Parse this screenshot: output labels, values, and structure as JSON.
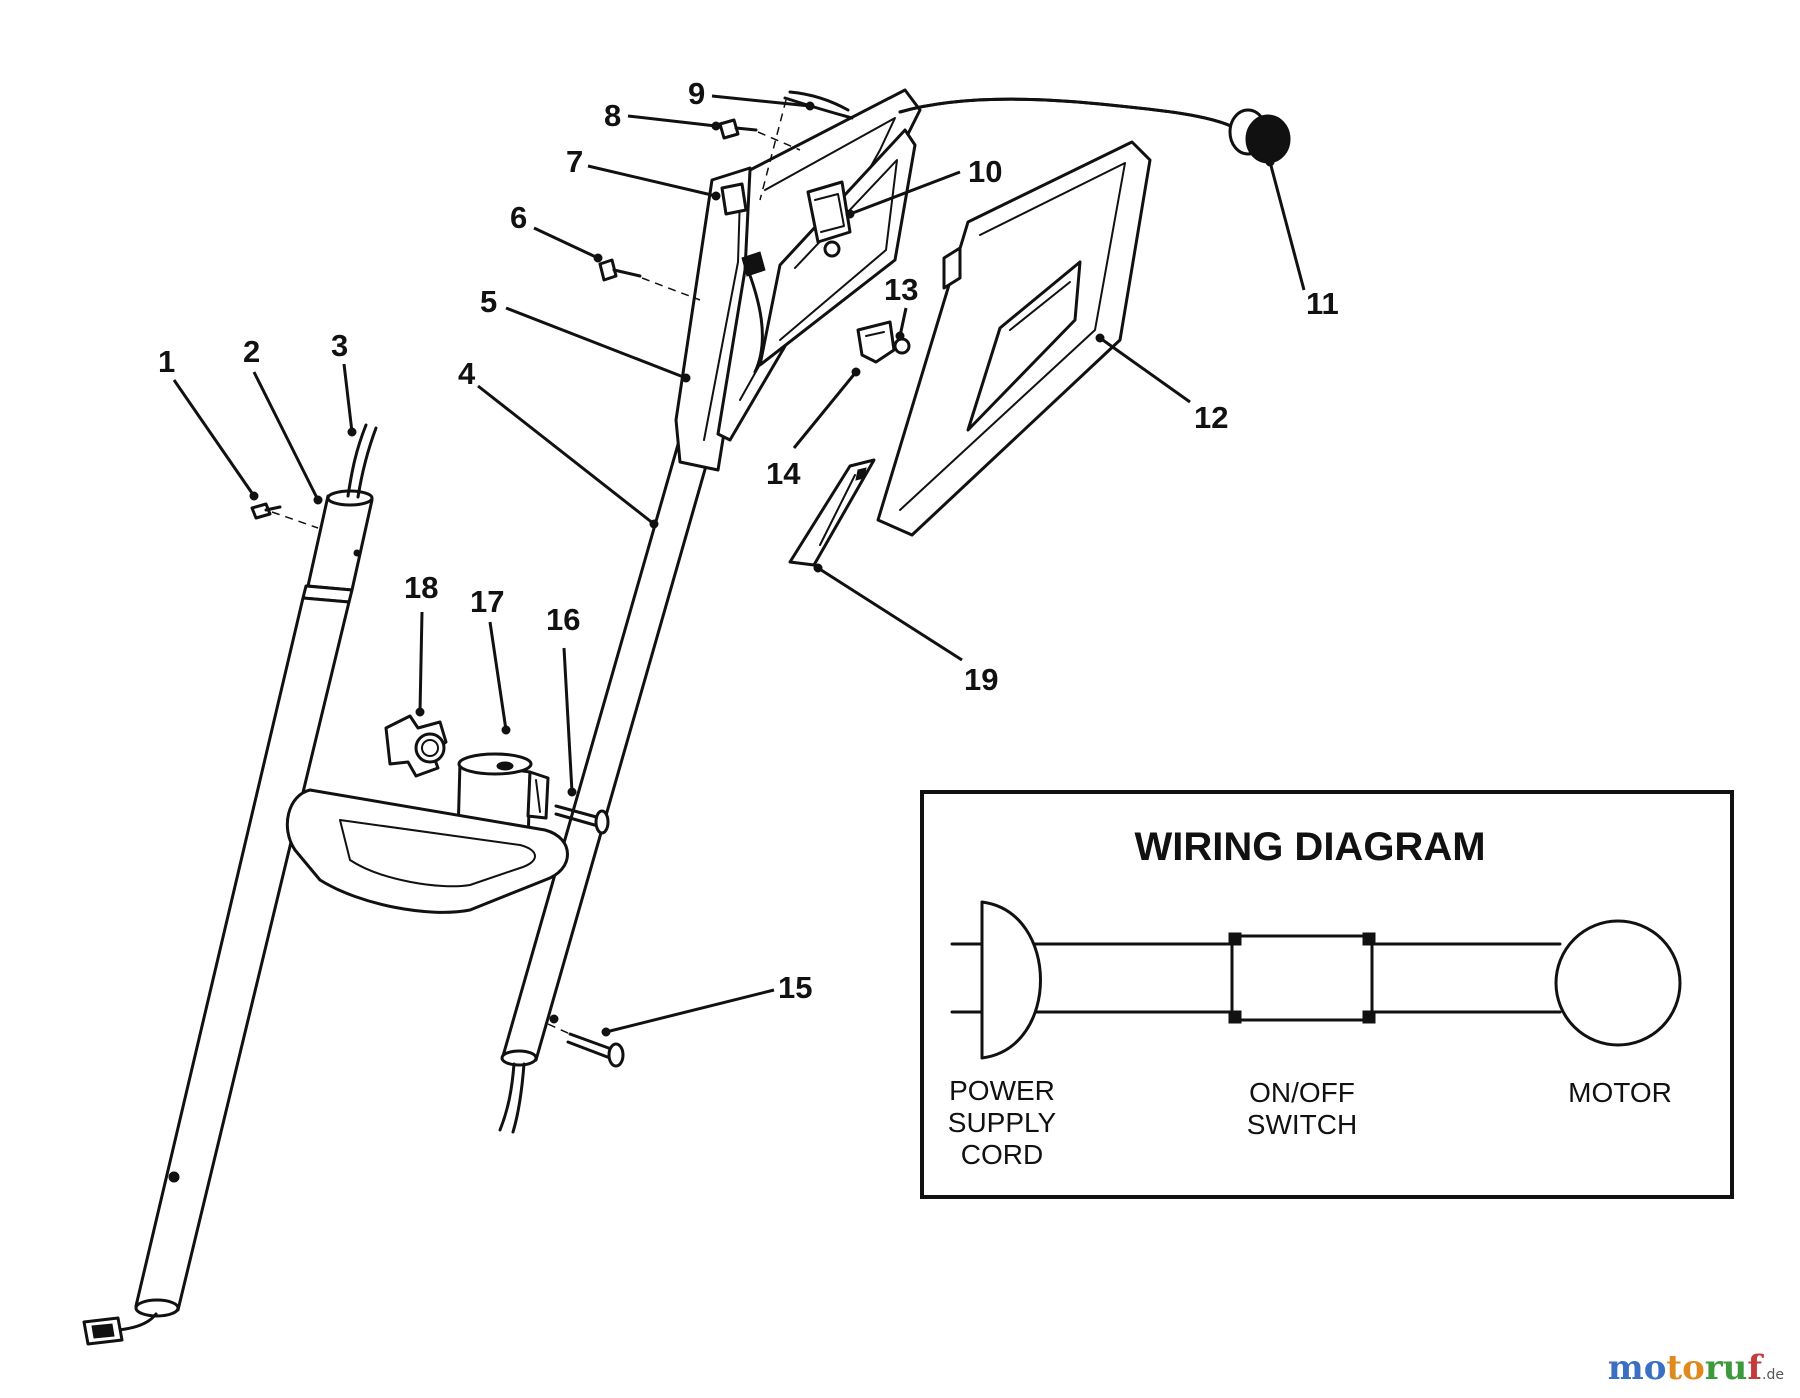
{
  "part_labels": [
    "1",
    "2",
    "3",
    "4",
    "5",
    "6",
    "7",
    "8",
    "9",
    "10",
    "11",
    "12",
    "13",
    "14",
    "15",
    "16",
    "17",
    "18",
    "19"
  ],
  "wiring_diagram": {
    "title": "WIRING DIAGRAM",
    "components": [
      {
        "label_lines": [
          "POWER",
          "SUPPLY",
          "CORD"
        ]
      },
      {
        "label_lines": [
          "ON/OFF",
          "SWITCH"
        ]
      },
      {
        "label_lines": [
          "MOTOR"
        ]
      }
    ]
  },
  "watermark": {
    "parts": [
      "mo",
      "to",
      "ru",
      "f"
    ],
    "suffix": ".de"
  },
  "colors": {
    "line": "#111111",
    "background": "#ffffff",
    "watermark_blue": "#3b6fc4",
    "watermark_orange": "#e08a1e",
    "watermark_green": "#3b9a3b",
    "watermark_red": "#c43b3b"
  }
}
